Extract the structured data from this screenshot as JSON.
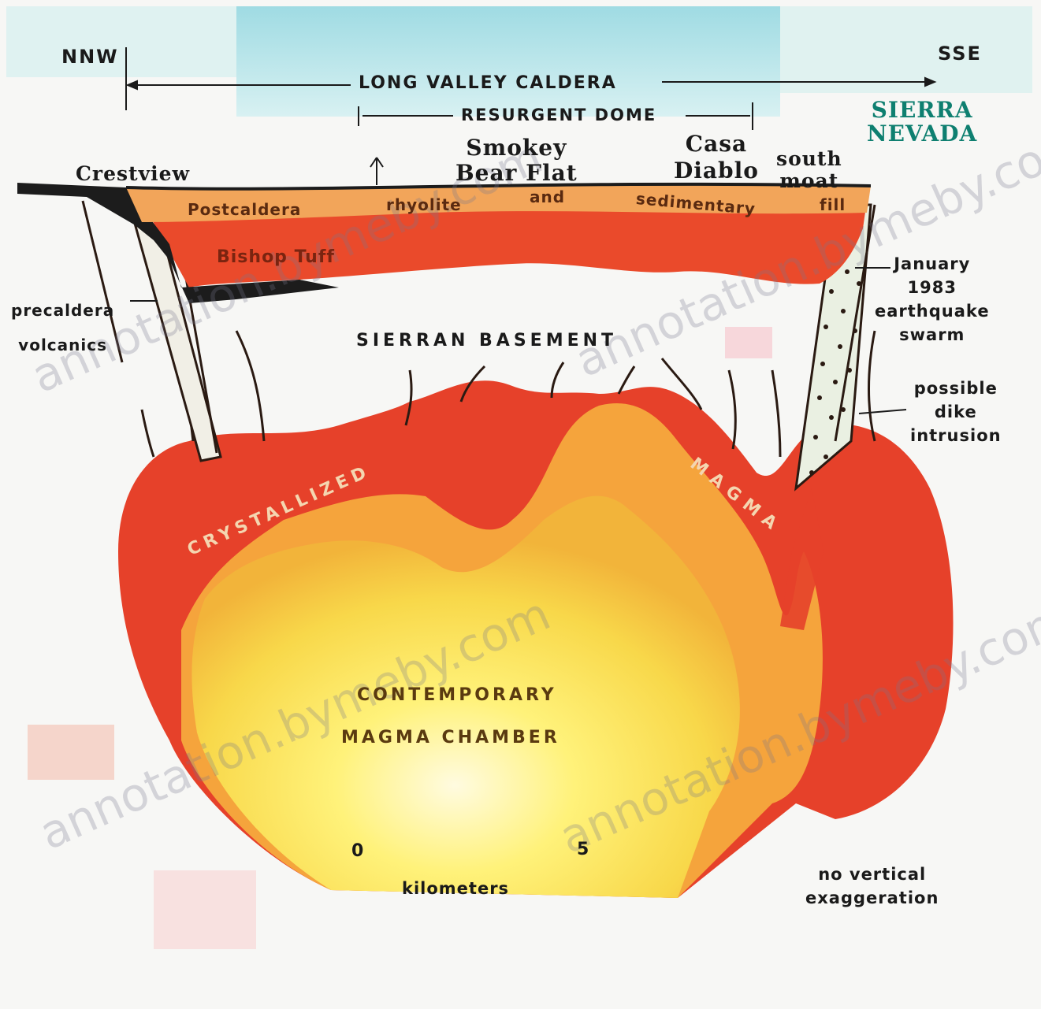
{
  "directions": {
    "left": "NNW",
    "right": "SSE"
  },
  "spans": {
    "caldera": "LONG VALLEY CALDERA",
    "dome": "RESURGENT DOME"
  },
  "places": {
    "sierra_nevada_1": "SIERRA",
    "sierra_nevada_2": "NEVADA",
    "smokey_1": "Smokey",
    "smokey_2": "Bear Flat",
    "casa_1": "Casa",
    "casa_2": "Diablo",
    "moat_1": "south",
    "moat_2": "moat",
    "crestview": "Crestview"
  },
  "layers": {
    "fill_1": "Postcaldera",
    "fill_2": "rhyolite",
    "fill_3": "and",
    "fill_4": "sedimentary",
    "fill_5": "fill",
    "tuff": "Bishop Tuff",
    "basement": "SIERRAN BASEMENT",
    "crystallized": "CRYSTALLIZED",
    "magma": "MAGMA",
    "chamber_1": "CONTEMPORARY",
    "chamber_2": "MAGMA CHAMBER"
  },
  "annotations": {
    "precaldera_1": "precaldera",
    "precaldera_2": "volcanics",
    "quake_1": "January",
    "quake_2": "1983",
    "quake_3": "earthquake",
    "quake_4": "swarm",
    "dike_1": "possible",
    "dike_2": "dike",
    "dike_3": "intrusion"
  },
  "scale": {
    "zero": "0",
    "five": "5",
    "unit": "kilometers"
  },
  "note": {
    "line1": "no vertical",
    "line2": "exaggeration"
  },
  "watermark": "annotation.bymeby.com",
  "colors": {
    "sky": "#a9dfe6",
    "fill_layer": "#f2a65a",
    "tuff": "#ee4a2a",
    "crystallized": "#e84028",
    "magma_outer": "#f2a23a",
    "magma_core": "#fff176",
    "black_layer": "#1a1a1a",
    "dike_zone": "#e9efe0"
  }
}
